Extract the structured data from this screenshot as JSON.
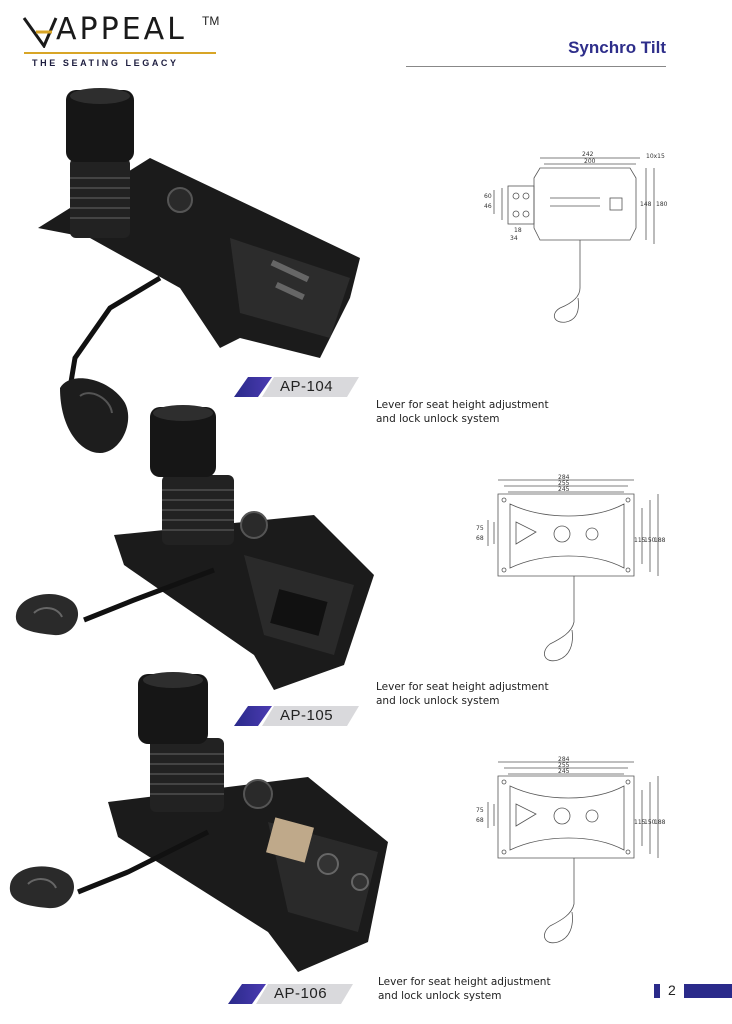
{
  "brand": {
    "name": "APPEAL",
    "trademark": "TM",
    "tagline": "THE SEATING LEGACY"
  },
  "page": {
    "title": "Synchro Tilt",
    "number": "2"
  },
  "products": [
    {
      "code": "AP-104",
      "description_line1": "Lever for seat height adjustment",
      "description_line2": "and lock unlock system",
      "dimensions": [
        "242",
        "200",
        "10x15",
        "60",
        "46",
        "148",
        "180",
        "18",
        "34"
      ]
    },
    {
      "code": "AP-105",
      "description_line1": "Lever for seat height adjustment",
      "description_line2": "and lock unlock system",
      "dimensions": [
        "284",
        "255",
        "245",
        "75",
        "68",
        "115",
        "150",
        "188"
      ]
    },
    {
      "code": "AP-106",
      "description_line1": "Lever for seat height adjustment",
      "description_line2": "and lock unlock system",
      "dimensions": [
        "284",
        "255",
        "245",
        "75",
        "68",
        "115",
        "150",
        "188"
      ]
    }
  ],
  "colors": {
    "accent": "#2a2a8a",
    "gold": "#d8a526",
    "badge_gray": "#d9d9dc",
    "metal": "#1b1b1b"
  }
}
